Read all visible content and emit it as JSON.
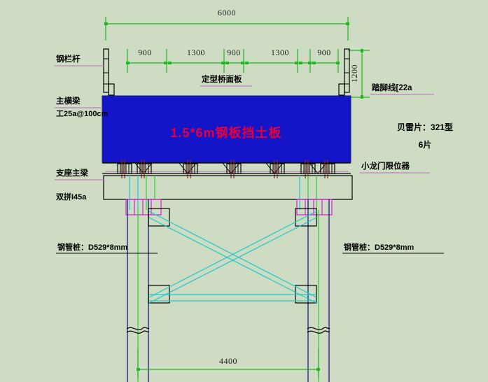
{
  "drawing": {
    "title_note_lines": [
      "贝雷片：321型",
      "6片"
    ],
    "background_color": "#cddcc2",
    "panel_color": "#1414c8",
    "accent_red": "#e8003c",
    "dim_color": "#22b422"
  },
  "dimensions": {
    "overall_top": "6000",
    "segments": [
      "900",
      "1300",
      "900",
      "1300",
      "900"
    ],
    "railing_height": "1200",
    "bottom_span": "4400"
  },
  "labels": {
    "railing": "钢栏杆",
    "main_beam": "主横梁",
    "main_beam_spec": "工25a@100cm",
    "deck_plate": "定型桥面板",
    "toe_board": "踏脚线[22a",
    "bearing_girder": "支座主梁",
    "bearing_girder_spec": "双拼I45a",
    "gantry_limiter": "小龙门限位器",
    "panel_center": "1.5*6m钢板挡土板",
    "pile_left": "钢管桩：D529*8mm",
    "pile_right": "钢管桩：D529*8mm",
    "bailey_note_1": "贝雷片：321型",
    "bailey_note_2": "6片"
  }
}
